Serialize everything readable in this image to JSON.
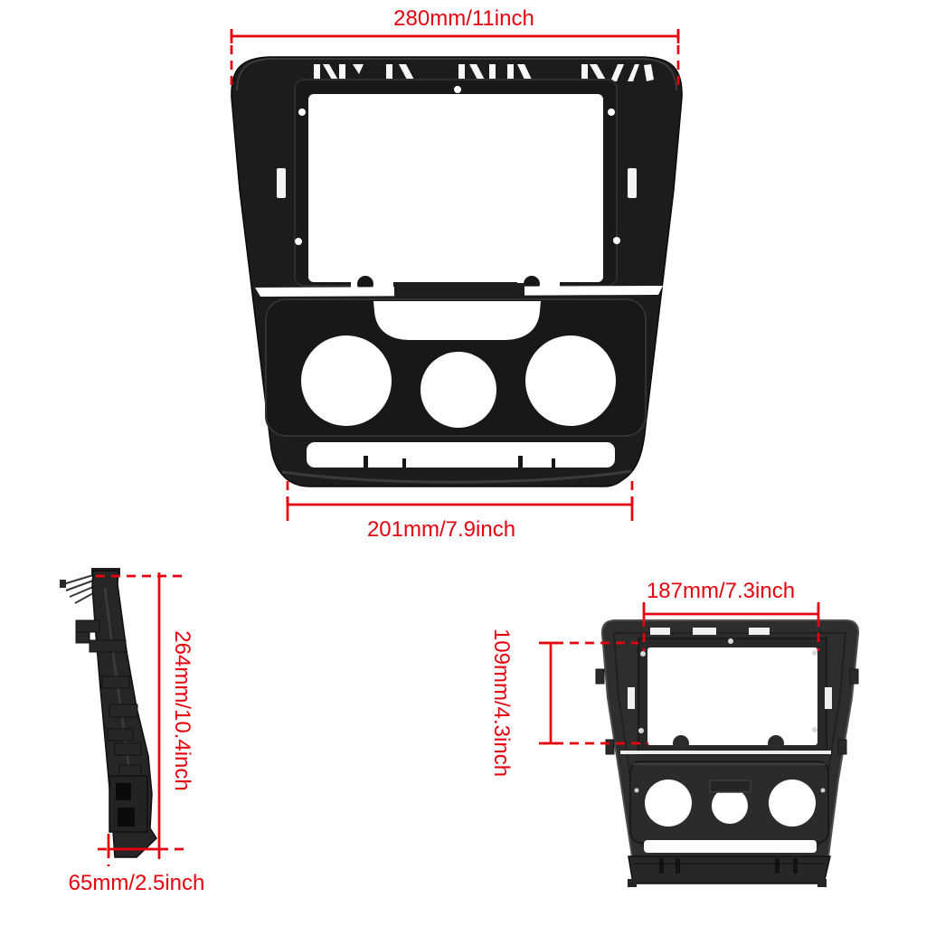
{
  "colors": {
    "background": "#ffffff",
    "dimension_red": "#e8000d",
    "panel_black": "#1c1c1c",
    "panel_gray": "#2e2e2e"
  },
  "views": {
    "front": {
      "width_top": "280mm/11inch",
      "width_bottom": "201mm/7.9inch"
    },
    "side": {
      "height": "264mm/10.4inch",
      "depth": "65mm/2.5inch"
    },
    "rear": {
      "opening_width": "187mm/7.3inch",
      "opening_height": "109mm/4.3inch"
    }
  }
}
